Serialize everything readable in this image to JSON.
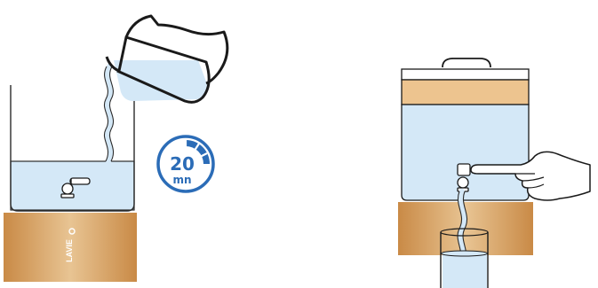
{
  "panels": [
    {
      "id": "filling",
      "description_text": ""
    },
    {
      "id": "dispensing",
      "description_text": ""
    }
  ],
  "timer": {
    "value": "20",
    "unit": "mn",
    "filled_fraction": 0.25
  },
  "base": {
    "brand_text": "LAVIE"
  },
  "colors": {
    "water": "#d4e8f7",
    "water_stroke": "#2b2b2b",
    "wood_light": "#e6c28f",
    "wood_dark": "#c88a45",
    "timer_blue": "#2b6cb7",
    "outline": "#1a1a1a"
  },
  "icons": {
    "pitcher": "pitcher-icon",
    "hand": "pointing-hand-icon",
    "timer": "timer-icon",
    "faucet": "faucet-icon",
    "glass": "glass-icon"
  }
}
